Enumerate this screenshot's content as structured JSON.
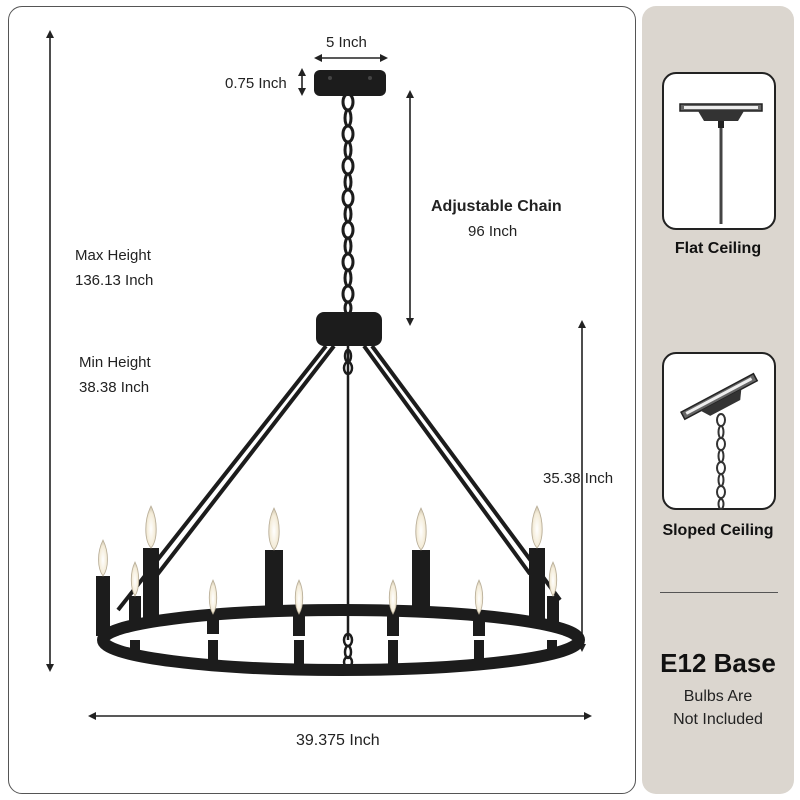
{
  "dimensions": {
    "canopy_width": "5 Inch",
    "canopy_height": "0.75 Inch",
    "chain_title": "Adjustable Chain",
    "chain_length": "96 Inch",
    "max_height_label": "Max Height",
    "max_height_value": "136.13 Inch",
    "min_height_label": "Min Height",
    "min_height_value": "38.38 Inch",
    "body_height": "35.38 Inch",
    "diameter": "39.375 Inch"
  },
  "sidebar": {
    "flat_ceiling": "Flat Ceiling",
    "sloped_ceiling": "Sloped Ceiling",
    "base_title": "E12 Base",
    "bulbs_line1": "Bulbs Are",
    "bulbs_line2": "Not Included"
  },
  "colors": {
    "fixture": "#1c1c1c",
    "side_panel": "#dbd6cf",
    "candle_glow": "#fff6df"
  }
}
